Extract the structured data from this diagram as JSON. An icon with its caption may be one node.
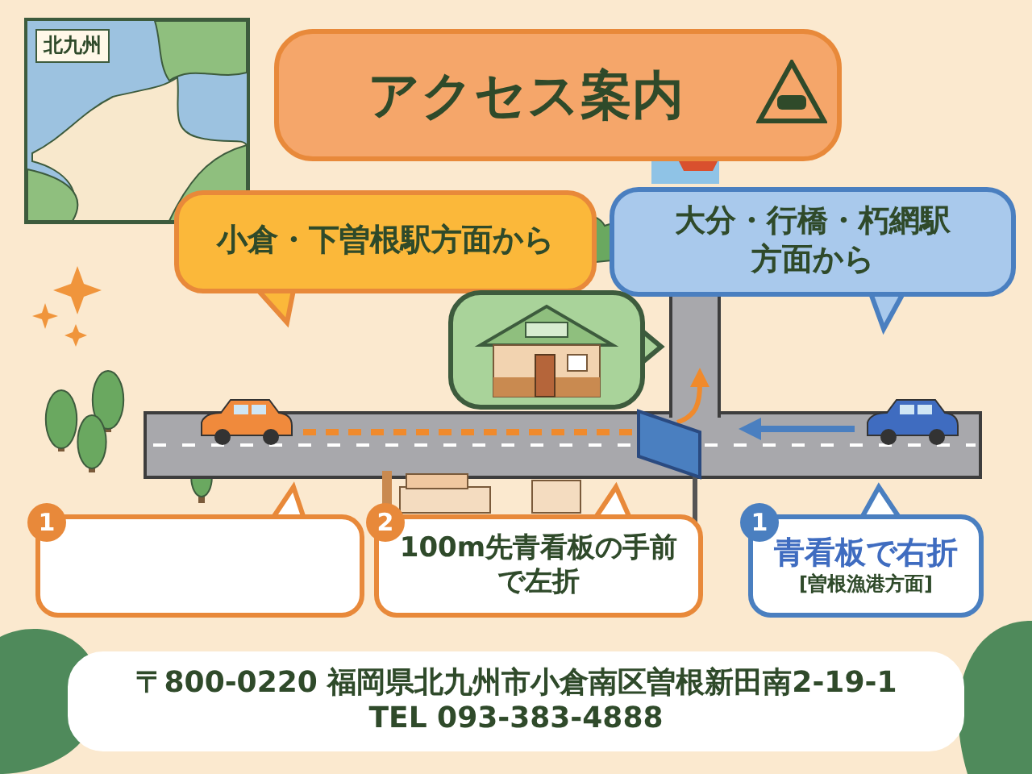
{
  "diagram": {
    "nodes": [
      {
        "text": [
          "アクセス案内"
        ]
      },
      {
        "text": [
          "小倉・下曽根駅方面から"
        ]
      },
      {
        "text": [
          "大分・行橋・朽網駅方面から"
        ]
      },
      {
        "text": [],
        "shape": "picture"
      },
      {
        "text": [
          "1"
        ]
      },
      {
        "text": [
          "2",
          "100m先青看板の手前で左折"
        ]
      },
      {
        "text": [
          "1",
          "青看板で右折",
          "[曽根漁港方面]"
        ]
      },
      {
        "text": [
          "〒800-0220 福岡県北九州市小倉南区曽根新田南2-19-1",
          "TEL 093-383-4888"
        ]
      }
    ],
    "labels": [
      "北九州"
    ]
  }
}
